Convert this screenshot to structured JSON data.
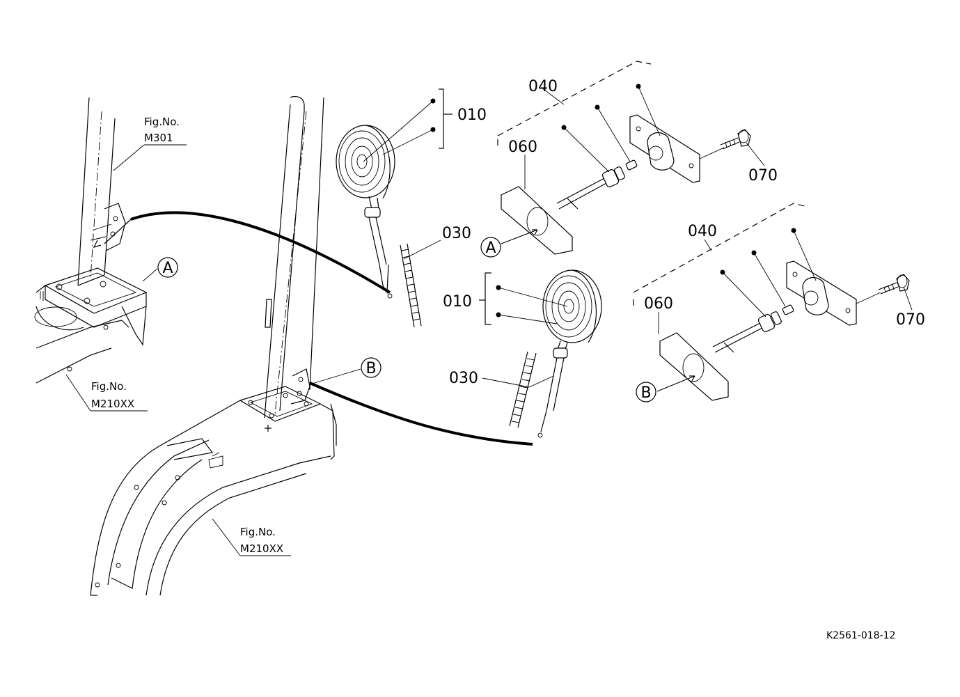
{
  "labels": {
    "p010_top": "010",
    "p010_mid": "010",
    "p030_top": "030",
    "p030_mid": "030",
    "p040_top": "040",
    "p040_mid": "040",
    "p060_top": "060",
    "p060_mid": "060",
    "p070_top": "070",
    "p070_mid": "070"
  },
  "callouts": {
    "a_left": "A",
    "a_right": "A",
    "b_left": "B",
    "b_right": "B"
  },
  "figure_refs": {
    "m301_title": "Fig.No.",
    "m301_code": "M301",
    "m210_left_title": "Fig.No.",
    "m210_left_code": "M210XX",
    "m210_bottom_title": "Fig.No.",
    "m210_bottom_code": "M210XX"
  },
  "drawing_code": "K2561-018-12"
}
